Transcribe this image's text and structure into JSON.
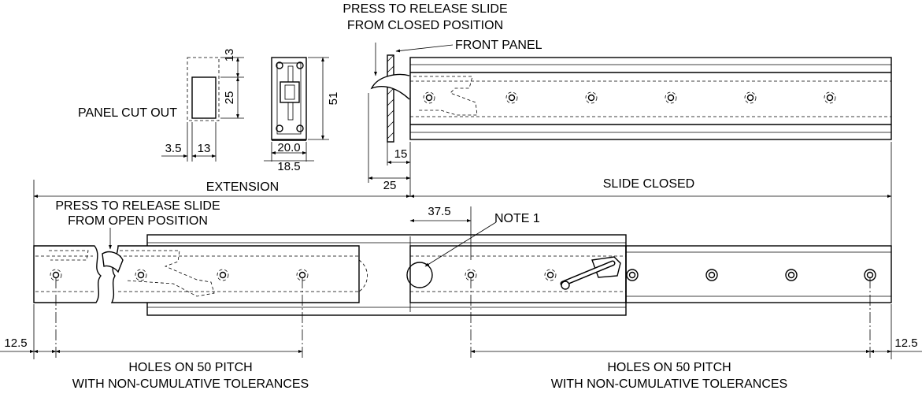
{
  "labels": {
    "press_closed_1": "PRESS TO RELEASE SLIDE",
    "press_closed_2": "FROM CLOSED POSITION",
    "front_panel": "FRONT PANEL",
    "panel_cut_out": "PANEL CUT OUT",
    "extension": "EXTENSION",
    "slide_closed": "SLIDE CLOSED",
    "press_open_1": "PRESS TO RELEASE SLIDE",
    "press_open_2": "FROM OPEN POSITION",
    "note_1": "NOTE 1",
    "holes_left_1": "HOLES ON 50 PITCH",
    "holes_left_2": "WITH NON-CUMULATIVE TOLERANCES",
    "holes_right_1": "HOLES ON 50 PITCH",
    "holes_right_2": "WITH NON-CUMULATIVE TOLERANCES"
  },
  "dimensions": {
    "cutout_top": "13",
    "cutout_height": "25",
    "cutout_offset": "3.5",
    "cutout_width": "13",
    "section_height": "51",
    "section_inner_width": "20.0",
    "section_outer_width": "18.5",
    "panel_thickness": "15",
    "panel_offset": "25",
    "extension_offset": "37.5",
    "end_left": "12.5",
    "end_right": "12.5"
  }
}
